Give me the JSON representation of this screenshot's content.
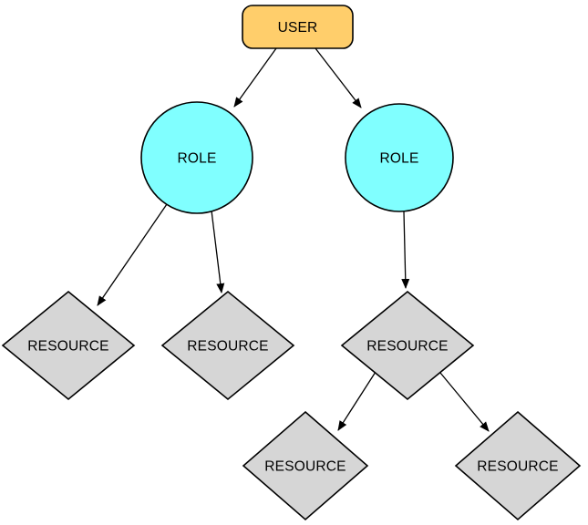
{
  "diagram": {
    "kind": "rbac-tree",
    "background": "#FFFFFF",
    "edge_color": "#000000",
    "border_color": "#000000",
    "label_color": "#000000",
    "nodes": [
      {
        "id": "user",
        "label": "USER",
        "shape": "rounded-rectangle",
        "fill": "#FFCE6B"
      },
      {
        "id": "role-1",
        "label": "ROLE",
        "shape": "circle",
        "fill": "#80FFFF"
      },
      {
        "id": "role-2",
        "label": "ROLE",
        "shape": "circle",
        "fill": "#80FFFF"
      },
      {
        "id": "resource-1",
        "label": "RESOURCE",
        "shape": "diamond",
        "fill": "#D6D6D6"
      },
      {
        "id": "resource-2",
        "label": "RESOURCE",
        "shape": "diamond",
        "fill": "#D6D6D6"
      },
      {
        "id": "resource-3",
        "label": "RESOURCE",
        "shape": "diamond",
        "fill": "#D6D6D6"
      },
      {
        "id": "resource-4",
        "label": "RESOURCE",
        "shape": "diamond",
        "fill": "#D6D6D6"
      },
      {
        "id": "resource-5",
        "label": "RESOURCE",
        "shape": "diamond",
        "fill": "#D6D6D6"
      }
    ],
    "edges": [
      {
        "from": "user",
        "to": "role-1",
        "style": "arrow"
      },
      {
        "from": "user",
        "to": "role-2",
        "style": "arrow"
      },
      {
        "from": "role-1",
        "to": "resource-1",
        "style": "arrow"
      },
      {
        "from": "role-1",
        "to": "resource-2",
        "style": "arrow"
      },
      {
        "from": "role-2",
        "to": "resource-3",
        "style": "arrow"
      },
      {
        "from": "resource-3",
        "to": "resource-4",
        "style": "arrow"
      },
      {
        "from": "resource-3",
        "to": "resource-5",
        "style": "arrow"
      }
    ]
  }
}
